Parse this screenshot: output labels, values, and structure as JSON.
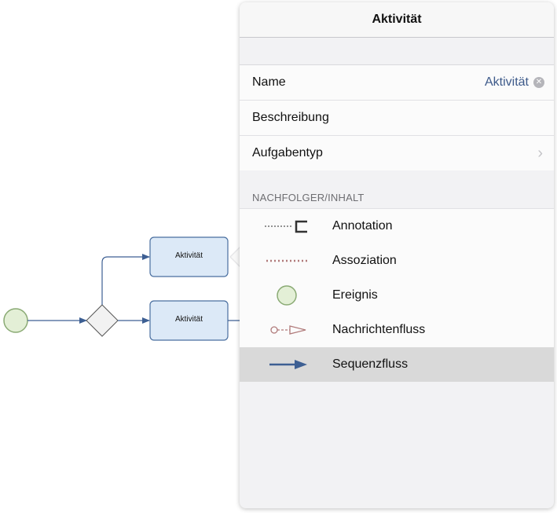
{
  "diagram": {
    "activity_top_label": "Aktivität",
    "activity_bottom_label": "Aktivität"
  },
  "popover": {
    "title": "Aktivität",
    "name_label": "Name",
    "name_value": "Aktivität",
    "description_label": "Beschreibung",
    "task_type_label": "Aufgabentyp",
    "section_header": "NACHFOLGER/INHALT",
    "items": [
      {
        "label": "Annotation",
        "icon": "annotation-icon"
      },
      {
        "label": "Assoziation",
        "icon": "association-icon"
      },
      {
        "label": "Ereignis",
        "icon": "event-icon"
      },
      {
        "label": "Nachrichtenfluss",
        "icon": "message-flow-icon"
      },
      {
        "label": "Sequenzfluss",
        "icon": "sequence-flow-icon",
        "selected": true
      }
    ]
  },
  "colors": {
    "event_fill": "#e3efd6",
    "event_stroke": "#8aaa74",
    "activity_fill": "#dce9f7",
    "activity_stroke": "#4a6fa0",
    "flow_line": "#3d5f93",
    "value_text": "#3d5a8a",
    "selected_row": "#d9d9d9"
  }
}
